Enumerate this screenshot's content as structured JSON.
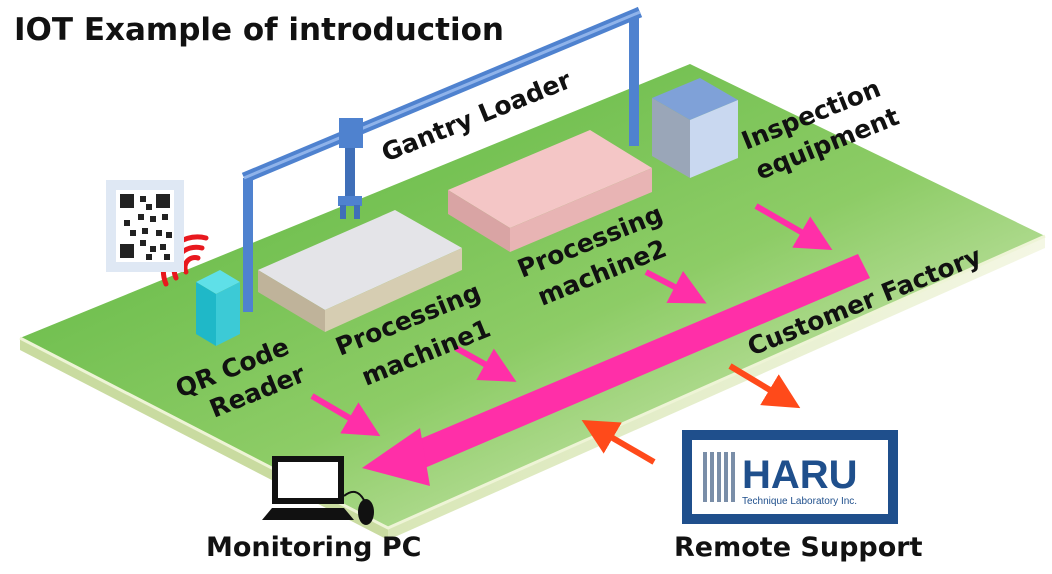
{
  "title": "IOT Example of introduction",
  "labels": {
    "gantry_loader": "Gantry Loader",
    "inspection_line1": "Inspection",
    "inspection_line2": "equipment",
    "processing1_line1": "Processing",
    "processing1_line2": "machine1",
    "processing2_line1": "Processing",
    "processing2_line2": "machine2",
    "qr_line1": "QR Code",
    "qr_line2": "Reader",
    "customer_factory": "Customer Factory",
    "monitoring_pc": "Monitoring PC",
    "remote_support": "Remote Support"
  },
  "logo": {
    "name": "HARU",
    "subtitle": "Technique Laboratory Inc."
  },
  "colors": {
    "floor_top": "#7dc653",
    "floor_front": "#e3ecc6",
    "data_arrow": "#ff2fa8",
    "remote_arrow": "#ff4a1a",
    "gantry": "#4f82cf",
    "logo_border": "#1f4f8c"
  }
}
